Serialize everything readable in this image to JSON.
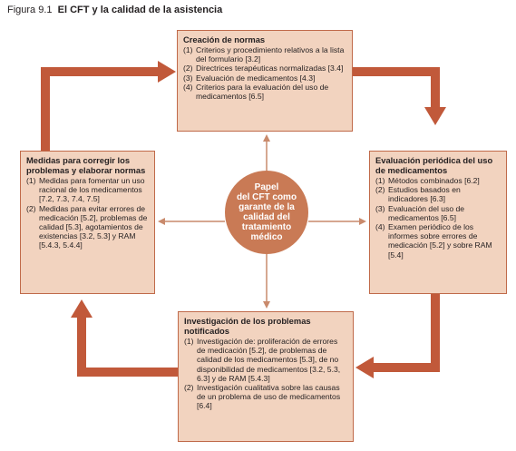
{
  "caption": {
    "label": "Figura 9.1",
    "title": "El CFT y la calidad de la asistencia"
  },
  "center": {
    "text": "Papel\ndel CFT como\ngarante de la\ncalidad del\ntratamiento\nmédico"
  },
  "top": {
    "title": "Creación de normas",
    "items": [
      {
        "num": "(1)",
        "text": "Criterios y procedimiento relativos a la lista del formulario [3.2]"
      },
      {
        "num": "(2)",
        "text": "Directrices terapéuticas normalizadas [3.4]"
      },
      {
        "num": "(3)",
        "text": "Evaluación de medicamentos [4.3]"
      },
      {
        "num": "(4)",
        "text": "Criterios para la evaluación del uso de medicamentos [6.5]"
      }
    ]
  },
  "right": {
    "title": "Evaluación periódica del uso de medicamentos",
    "items": [
      {
        "num": "(1)",
        "text": "Métodos combinados [6.2]"
      },
      {
        "num": "(2)",
        "text": "Estudios basados en indicadores [6.3]"
      },
      {
        "num": "(3)",
        "text": "Evaluación del uso de medicamentos [6.5]"
      },
      {
        "num": "(4)",
        "text": "Examen periódico de los informes sobre errores de medicación [5.2] y sobre RAM [5.4]"
      }
    ]
  },
  "bottom": {
    "title": "Investigación de los problemas notificados",
    "items": [
      {
        "num": "(1)",
        "text": "Investigación de: proliferación de errores de medicación [5.2], de problemas de calidad de los medicamentos [5.3], de no disponibilidad de medicamentos [3.2, 5.3, 6.3] y de RAM [5.4.3]"
      },
      {
        "num": "(2)",
        "text": "Investigación cualitativa sobre las causas de un problema de uso de medicamentos [6.4]"
      }
    ]
  },
  "left": {
    "title": "Medidas para corregir los problemas y elaborar normas",
    "items": [
      {
        "num": "(1)",
        "text": "Medidas para fomentar un uso racional de los medicamentos [7.2, 7.3, 7.4, 7.5]"
      },
      {
        "num": "(2)",
        "text": "Medidas para evitar errores de medicación [5.2], problemas de calidad [5.3], agotamientos de existencias [3.2, 5.3] y RAM [5.4.3, 5.4.4]"
      }
    ]
  },
  "colors": {
    "box_fill": "#f2d3bf",
    "box_border": "#c06a4a",
    "arrow": "#c1593a",
    "circle": "#c97a55",
    "thin_arrow": "#c98a6c"
  }
}
